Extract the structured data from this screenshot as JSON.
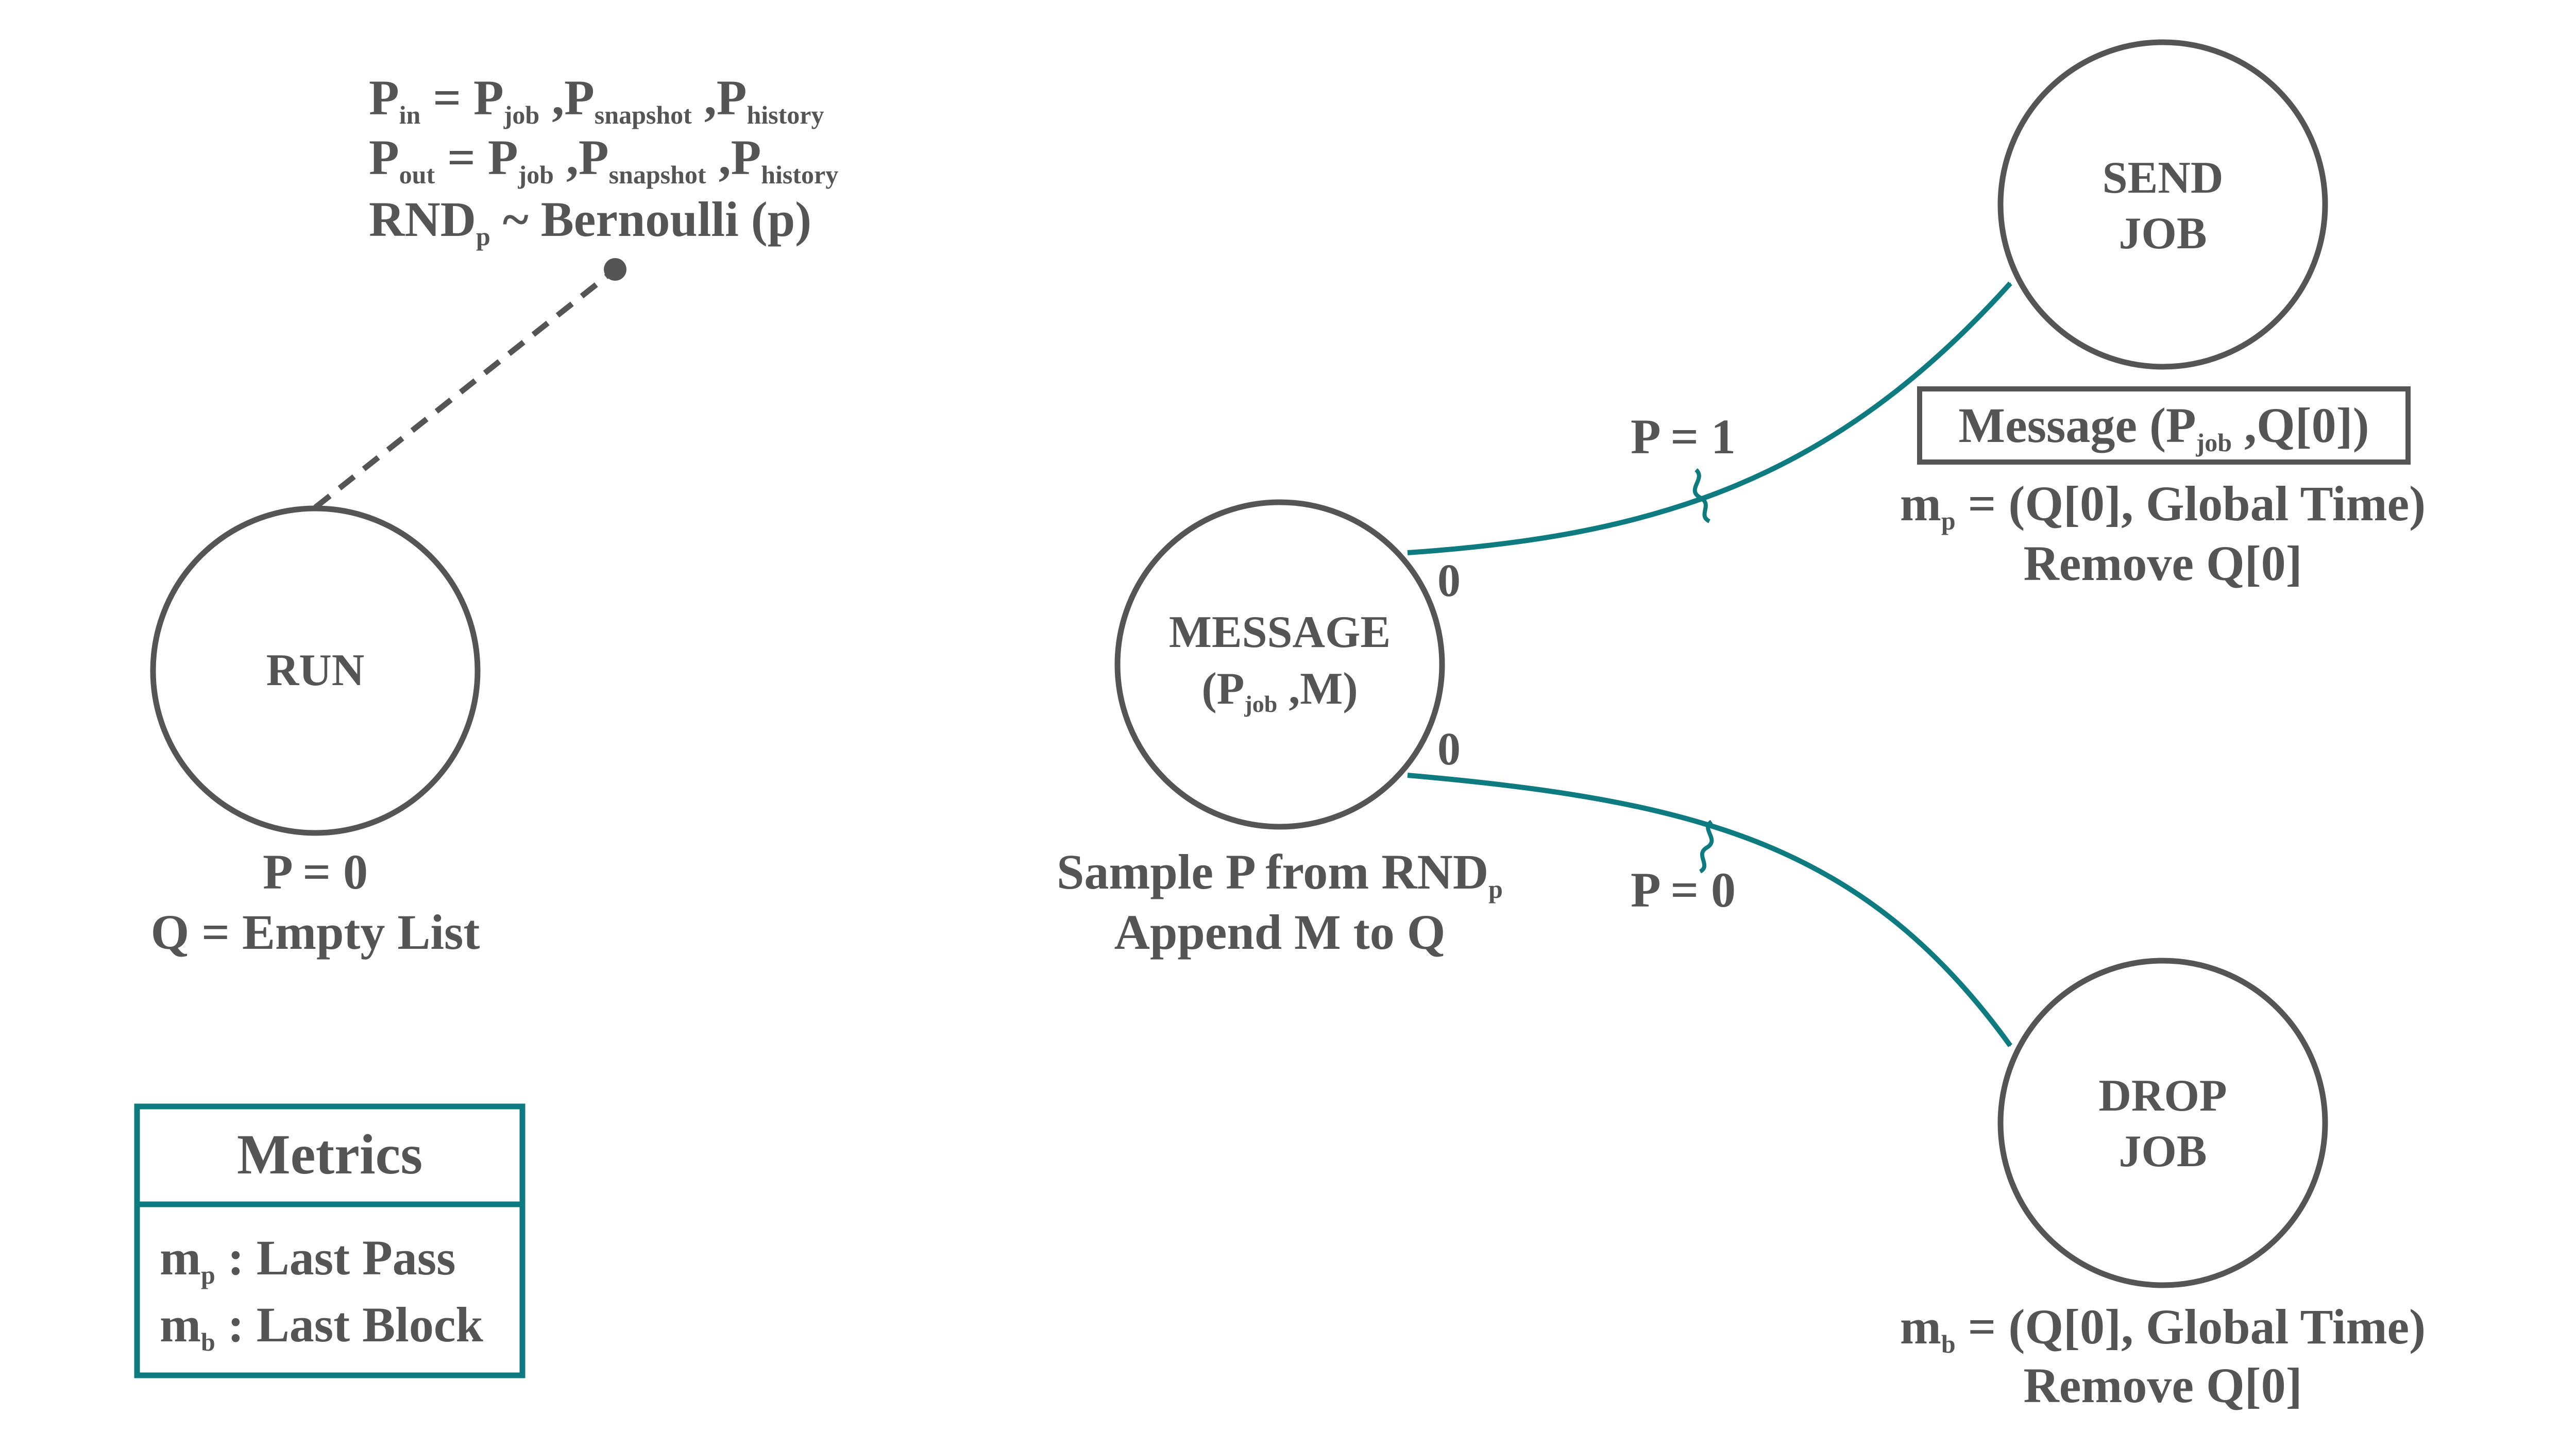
{
  "colors": {
    "node_stroke": "#555555",
    "text": "#555555",
    "accent": "#0e7b80",
    "dash": "#555555"
  },
  "params": {
    "p_in": {
      "base": "P",
      "sub": "in",
      "eq": " = ",
      "t1": "P",
      "s1": "job",
      "t2": " ,P",
      "s2": "snapshot",
      "t3": " ,P",
      "s3": "history"
    },
    "p_out": {
      "base": "P",
      "sub": "out",
      "eq": " = ",
      "t1": "P",
      "s1": "job",
      "t2": " ,P",
      "s2": "snapshot",
      "t3": " ,P",
      "s3": "history"
    },
    "rnd": {
      "base": "RND",
      "sub": "p",
      "rest": " ~ Bernoulli (p)"
    }
  },
  "nodes": {
    "run": {
      "label": "RUN",
      "notes": [
        "P = 0",
        "Q = Empty List"
      ]
    },
    "message": {
      "line1": "MESSAGE",
      "line2": {
        "a": "(P",
        "sub": "job",
        "b": " ,M)"
      },
      "note1": {
        "a": "Sample P from RND",
        "sub": "p"
      },
      "note2": "Append M to Q"
    },
    "send_job": {
      "lines": [
        "SEND",
        "JOB"
      ],
      "box": {
        "a": "Message (P",
        "sub": "job",
        "b": " ,Q[0])"
      },
      "note1": {
        "a": "m",
        "sub": "p",
        "b": " = (Q[0], Global Time)"
      },
      "note2": "Remove Q[0]"
    },
    "drop_job": {
      "lines": [
        "DROP",
        "JOB"
      ],
      "note1": {
        "a": "m",
        "sub": "b",
        "b": " = (Q[0], Global Time)"
      },
      "note2": "Remove Q[0]"
    }
  },
  "edges": {
    "to_send": {
      "condition": "P = 1",
      "priority": "0"
    },
    "to_drop": {
      "condition": "P = 0",
      "priority": "0"
    }
  },
  "metrics": {
    "title": "Metrics",
    "rows": [
      {
        "a": "m",
        "sub": "p",
        "b": " : Last Pass"
      },
      {
        "a": "m",
        "sub": "b",
        "b": " : Last Block"
      }
    ]
  }
}
